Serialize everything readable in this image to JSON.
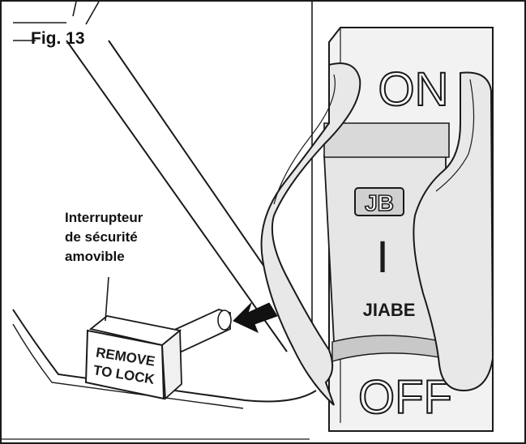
{
  "figure": {
    "label": "Fig. 13",
    "callout_lines": [
      "Interrupteur",
      "de sécurité",
      "amovible"
    ]
  },
  "switch": {
    "on_label": "ON",
    "off_label": "OFF",
    "brand_logo": "JB",
    "brand_name": "JIABE",
    "position_mark": "I"
  },
  "safety_key": {
    "text_line1": "REMOVE",
    "text_line2": "TO LOCK"
  },
  "colors": {
    "line": "#1a1a1a",
    "background": "#ffffff",
    "switch_shade": "#e6e6e6",
    "switch_dark": "#c8c8c8"
  }
}
